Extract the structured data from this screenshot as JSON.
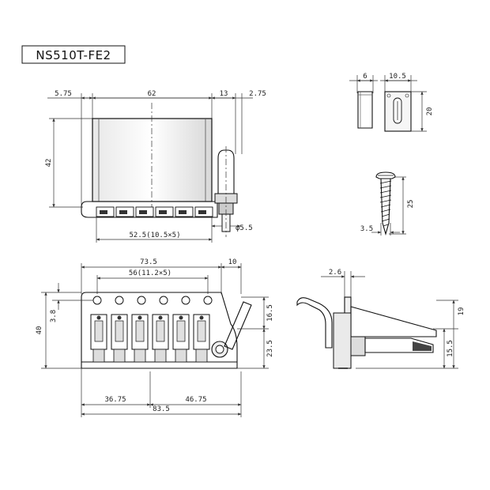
{
  "title": "NS510T-FE2",
  "top_view": {
    "dims": {
      "left_offset": "5.75",
      "width": "62",
      "arm": "13",
      "arm_offset": "2.75",
      "height": "42",
      "spacing": "52.5(10.5×5)",
      "diameter": "φ5.5"
    }
  },
  "block_view": {
    "dims": {
      "thickness": "6",
      "width": "10.5",
      "height": "20"
    }
  },
  "screw_view": {
    "dims": {
      "length": "25",
      "diameter": "3.5"
    }
  },
  "plate_view": {
    "dims": {
      "width": "73.5",
      "arm": "10",
      "spacing": "56(11.2×5)",
      "height": "40",
      "hole_offset": "3.8",
      "upper": "16.5",
      "lower": "23.5",
      "left_part": "36.75",
      "right_part": "46.75",
      "total": "83.5"
    }
  },
  "side_view": {
    "dims": {
      "thickness": "2.6",
      "height": "19",
      "lower": "15.5"
    }
  },
  "colors": {
    "line": "#111111",
    "dim": "#333333",
    "background": "#ffffff"
  }
}
